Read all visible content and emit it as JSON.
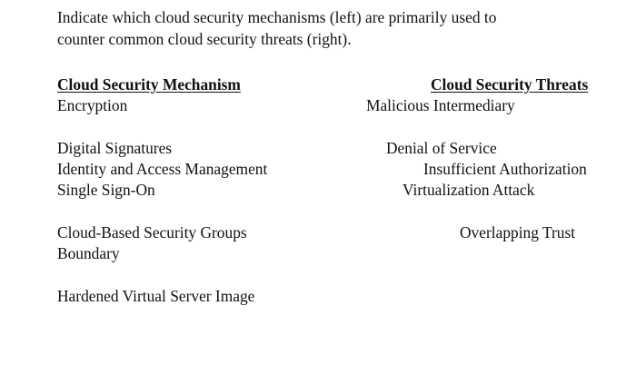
{
  "document": {
    "background_color": "#ffffff",
    "text_color": "#111111",
    "intro": {
      "line1": "Indicate which cloud security mechanisms (left) are primarily used to",
      "line2": "counter common cloud security threats (right)."
    },
    "columns": {
      "left": {
        "header": "Cloud Security Mechanism",
        "items": [
          "Encryption",
          "",
          "Digital Signatures",
          "Identity and Access Management",
          "Single Sign-On",
          "",
          "Cloud-Based Security Groups",
          "Boundary",
          "",
          "Hardened Virtual Server Image"
        ]
      },
      "right": {
        "header": "Cloud Security Threats",
        "items": [
          "Malicious Intermediary",
          "",
          "Denial of Service",
          "Insufficient Authorization",
          "Virtualization Attack",
          "",
          "Overlapping Trust"
        ]
      }
    }
  }
}
